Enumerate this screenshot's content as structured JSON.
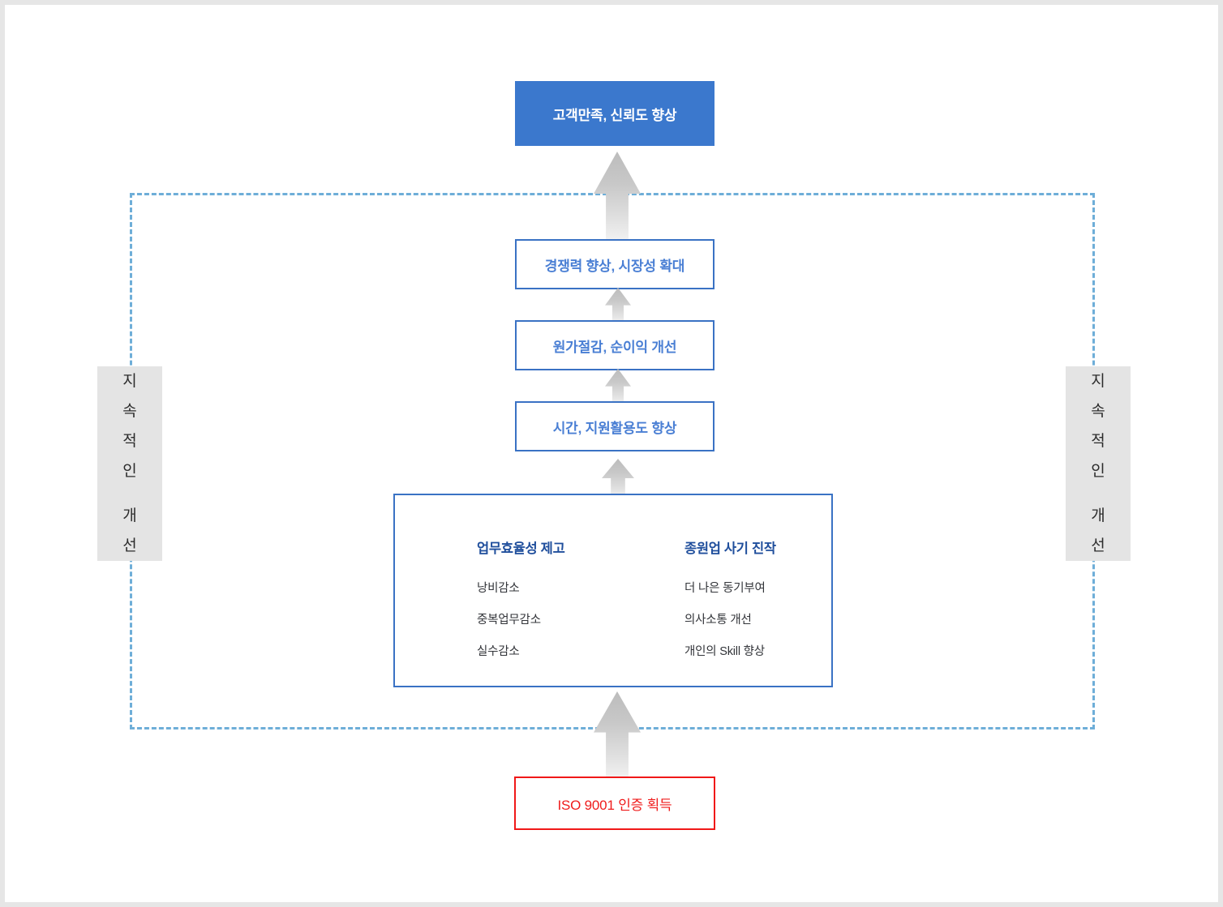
{
  "diagram": {
    "title_box": {
      "label": "고객만족, 신뢰도 향상"
    },
    "levels": [
      {
        "label": "경쟁력 향상, 시장성 확대"
      },
      {
        "label": "원가절감, 순이익 개선"
      },
      {
        "label": "시간, 지원활용도 향상"
      }
    ],
    "panel": {
      "columns": [
        {
          "heading": "업무효율성 제고",
          "items": [
            "낭비감소",
            "중복업무감소",
            "실수감소"
          ]
        },
        {
          "heading": "종원업 사기 진작",
          "items": [
            "더 나은 동기부여",
            "의사소통 개선",
            "개인의 Skill 향상"
          ]
        }
      ]
    },
    "base_box": {
      "label": "ISO 9001 인증 획득"
    },
    "side_labels": {
      "left": {
        "chars_top": [
          "지",
          "속",
          "적",
          "인"
        ],
        "chars_bottom": [
          "개",
          "선"
        ]
      },
      "right": {
        "chars_top": [
          "지",
          "속",
          "적",
          "인"
        ],
        "chars_bottom": [
          "개",
          "선"
        ]
      }
    },
    "colors": {
      "primary_blue": "#3b78cd",
      "outline_blue": "#3a72c4",
      "heading_blue": "#1f4e9c",
      "accent_red": "#ef1c1c",
      "loop_dash": "#6eaed8",
      "side_bg": "#e4e4e4",
      "arrow_gray": "#c8c8c8"
    }
  }
}
